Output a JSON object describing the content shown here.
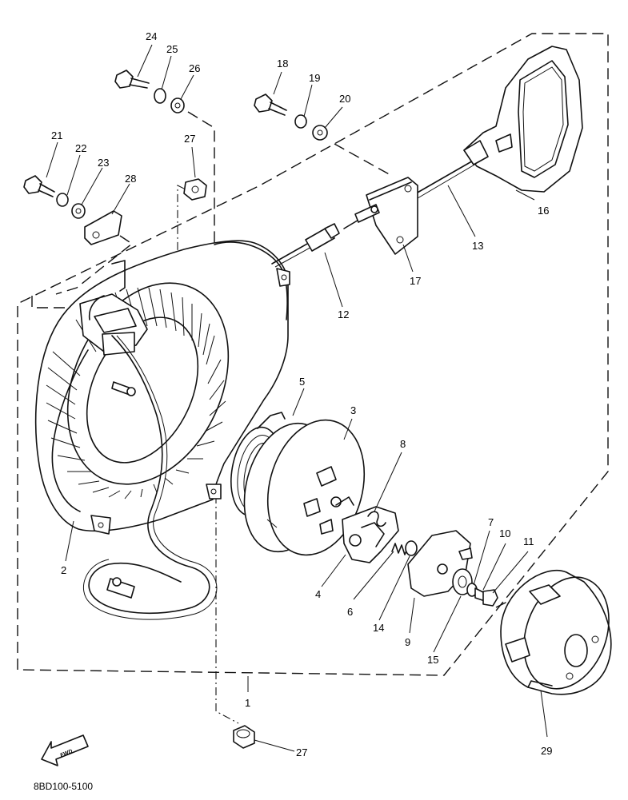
{
  "diagram": {
    "drawing_code": "8BD100-5100",
    "fwd_label": "FWD",
    "callouts": [
      {
        "id": "c1",
        "text": "1"
      },
      {
        "id": "c2",
        "text": "2"
      },
      {
        "id": "c3",
        "text": "3"
      },
      {
        "id": "c4",
        "text": "4"
      },
      {
        "id": "c5",
        "text": "5"
      },
      {
        "id": "c6",
        "text": "6"
      },
      {
        "id": "c7",
        "text": "7"
      },
      {
        "id": "c8",
        "text": "8"
      },
      {
        "id": "c9",
        "text": "9"
      },
      {
        "id": "c10",
        "text": "10"
      },
      {
        "id": "c11",
        "text": "11"
      },
      {
        "id": "c12",
        "text": "12"
      },
      {
        "id": "c13",
        "text": "13"
      },
      {
        "id": "c14",
        "text": "14"
      },
      {
        "id": "c15",
        "text": "15"
      },
      {
        "id": "c16",
        "text": "16"
      },
      {
        "id": "c17",
        "text": "17"
      },
      {
        "id": "c18",
        "text": "18"
      },
      {
        "id": "c19",
        "text": "19"
      },
      {
        "id": "c20",
        "text": "20"
      },
      {
        "id": "c21",
        "text": "21"
      },
      {
        "id": "c22",
        "text": "22"
      },
      {
        "id": "c23",
        "text": "23"
      },
      {
        "id": "c24",
        "text": "24"
      },
      {
        "id": "c25",
        "text": "25"
      },
      {
        "id": "c26",
        "text": "26"
      },
      {
        "id": "c27a",
        "text": "27"
      },
      {
        "id": "c27b",
        "text": "27"
      },
      {
        "id": "c28",
        "text": "28"
      },
      {
        "id": "c29",
        "text": "29"
      }
    ]
  }
}
